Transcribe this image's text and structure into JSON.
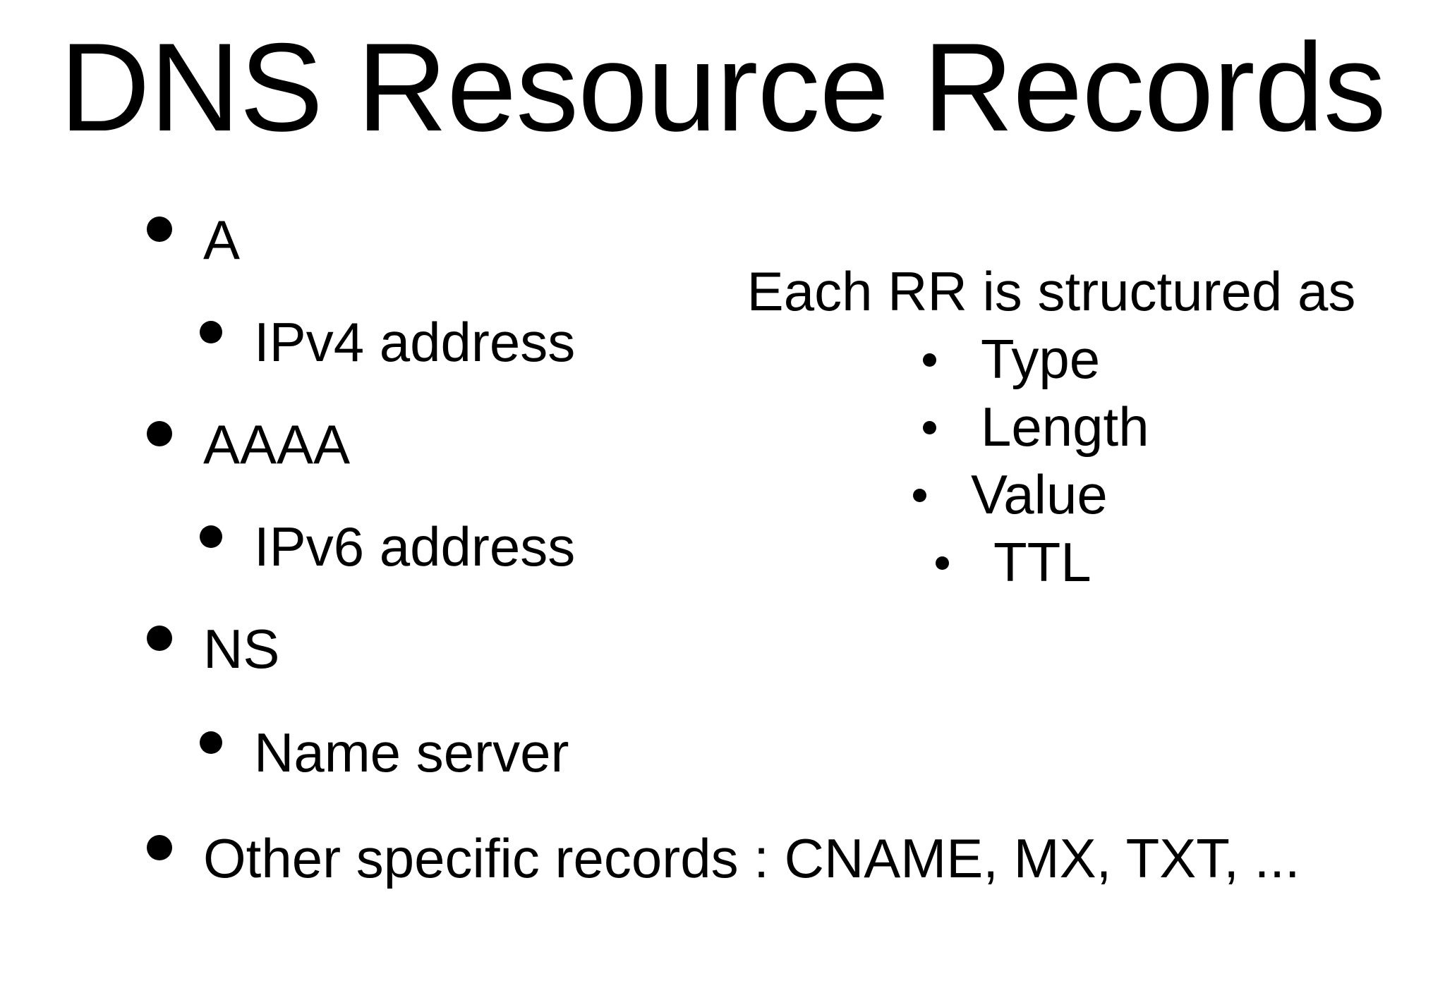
{
  "title": "DNS Resource Records",
  "bullets": {
    "a": "A",
    "a_desc": "IPv4 address",
    "aaaa": "AAAA",
    "aaaa_desc": "IPv6 address",
    "ns": "NS",
    "ns_desc": "Name server",
    "other": "Other specific records : CNAME, MX, TXT, ..."
  },
  "rr_structure": {
    "heading": "Each RR is structured as",
    "fields": [
      "Type",
      "Length",
      "Value",
      "TTL"
    ]
  }
}
